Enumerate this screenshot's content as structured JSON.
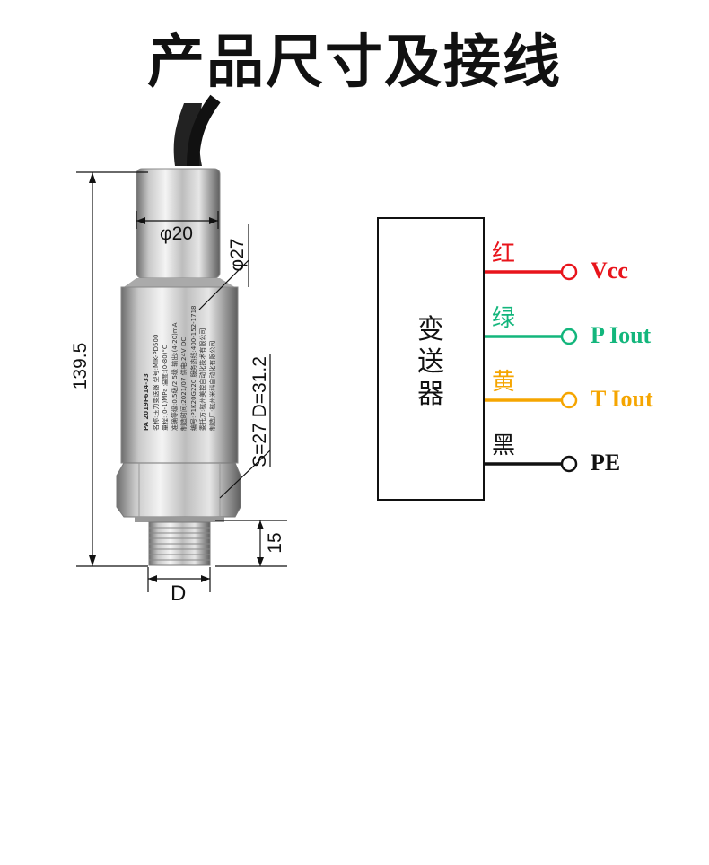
{
  "title": "产品尺寸及接线",
  "dimensions": {
    "length": "139.5",
    "top_diameter": "φ20",
    "body_diameter": "φ27",
    "hex": "S=27 D=31.2",
    "thread_length": "15",
    "thread": "D"
  },
  "product_label": {
    "lines": [
      "PA 2019F614-33",
      "名称:压力变送器 型号:MIK-PD500",
      "量程:(0-1)MPa 温度:(0-80)°C",
      "准确等级:0.5级/2.5级 输出:(4-20)mA",
      "制造时间:2021/07 供电:24V DC",
      "编号:P1K20G220 服务热线:400-152-1718",
      "委托方:杭州美控自动化技术有限公司",
      "制造厂:杭州米科自动化有限公司"
    ]
  },
  "wiring": {
    "device": "变送器",
    "wires": [
      {
        "color_name": "红",
        "signal": "Vcc",
        "color": "#e8141b"
      },
      {
        "color_name": "绿",
        "signal": "P Iout",
        "color": "#13b67c"
      },
      {
        "color_name": "黄",
        "signal": "T Iout",
        "color": "#f5a500"
      },
      {
        "color_name": "黑",
        "signal": "PE",
        "color": "#111111"
      }
    ]
  }
}
